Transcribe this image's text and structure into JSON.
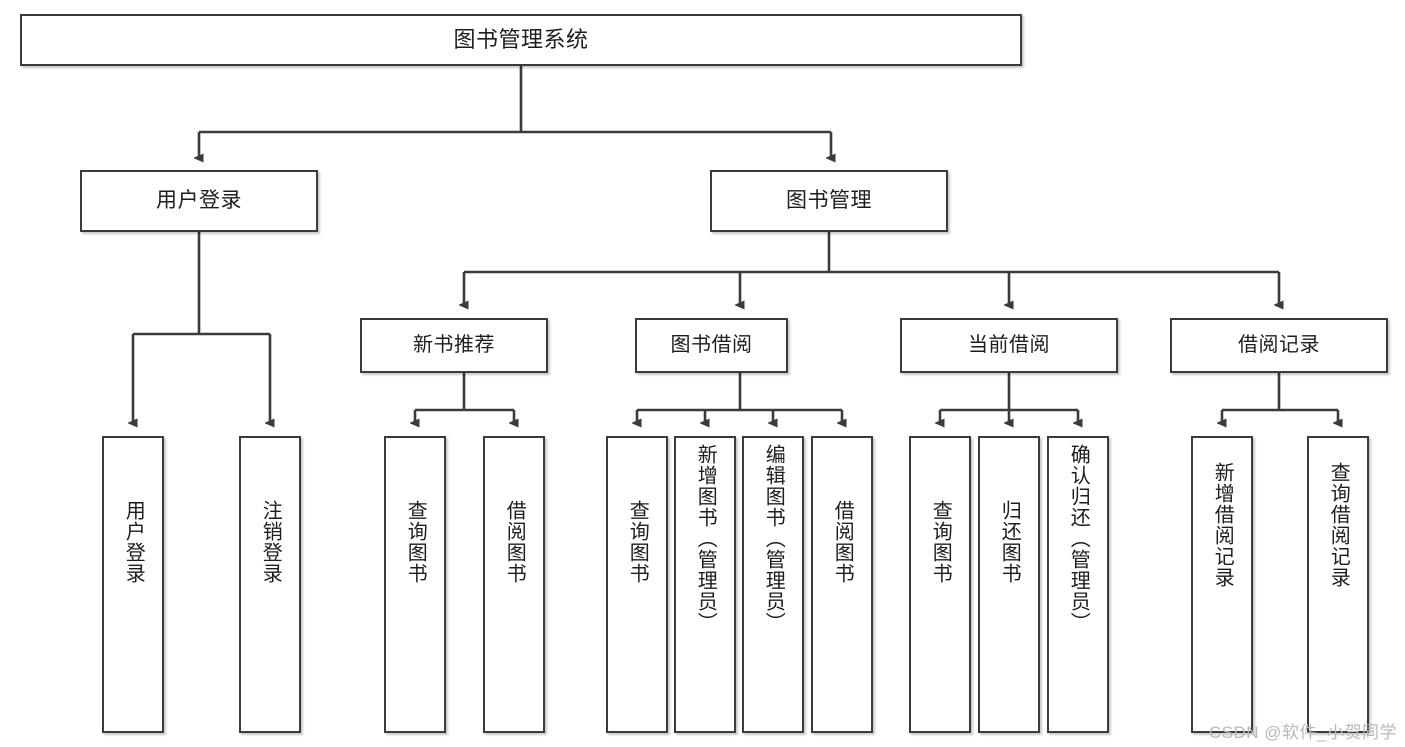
{
  "diagram": {
    "title": "图书管理系统",
    "type": "tree",
    "orientation": "top-down",
    "colors": {
      "box_border": "#3b3b3b",
      "box_fill": "#ffffff",
      "connector": "#3b3b3b",
      "text": "#1d1d1d",
      "watermark": "#b9b9b9",
      "background": "#ffffff"
    },
    "root": {
      "label": "图书管理系统"
    },
    "level1": [
      {
        "label": "用户登录"
      },
      {
        "label": "图书管理"
      }
    ],
    "level2": [
      {
        "label": "新书推荐"
      },
      {
        "label": "图书借阅"
      },
      {
        "label": "当前借阅"
      },
      {
        "label": "借阅记录"
      }
    ],
    "leaves": {
      "user_login": [
        {
          "label": "用户登录"
        },
        {
          "label": "注销登录"
        }
      ],
      "new_book": [
        {
          "label": "查询图书"
        },
        {
          "label": "借阅图书"
        }
      ],
      "borrow_book": [
        {
          "label": "查询图书"
        },
        {
          "label": "新增图书（管理员）"
        },
        {
          "label": "编辑图书（管理员）"
        },
        {
          "label": "借阅图书"
        }
      ],
      "current_borrow": [
        {
          "label": "查询图书"
        },
        {
          "label": "归还图书"
        },
        {
          "label": "确认归还（管理员）"
        }
      ],
      "borrow_record": [
        {
          "label": "新增借阅记录"
        },
        {
          "label": "查询借阅记录"
        }
      ]
    }
  },
  "watermark": {
    "text": "CSDN @软件_小贺同学"
  }
}
